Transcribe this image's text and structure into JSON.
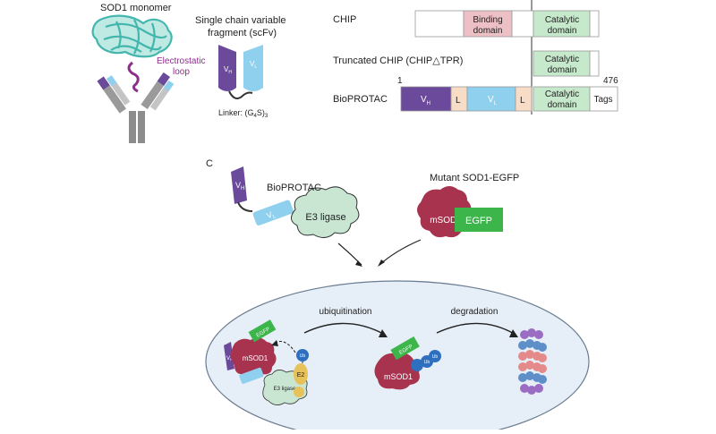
{
  "panel_a": {
    "sod1_label": "SOD1 monomer",
    "loop_label_1": "Electrostatic",
    "loop_label_2": "loop",
    "vh": "V",
    "vh_sub": "H",
    "vl": "V",
    "vl_sub": "L"
  },
  "panel_b": {
    "scfv_title_1": "Single chain variable",
    "scfv_title_2": "fragment (scFv)",
    "linker_label": "Linker: (G",
    "linker_sub": "4",
    "linker_tail": "S)",
    "linker_sub2": "3",
    "chip_label": "CHIP",
    "truncated_label": "Truncated CHIP (CHIP△TPR)",
    "bioprotac_label": "BioPROTAC",
    "binding_1": "Binding",
    "binding_2": "domain",
    "catalytic_1": "Catalytic",
    "catalytic_2": "domain",
    "pos_start": "1",
    "pos_end": "476",
    "linker_L": "L",
    "tags": "Tags"
  },
  "panel_c": {
    "letter": "C",
    "bioprotac_label": "BioPROTAC",
    "e3_label": "E3 ligase",
    "mutant_label": "Mutant SOD1-EGFP",
    "msod1": "mSOD1",
    "egfp": "EGFP",
    "ubiquitination": "ubiquitination",
    "degradation": "degradation",
    "ub": "Ub",
    "e2": "E2",
    "vh": "V",
    "vh_sub": "H",
    "vl": "V",
    "vl_sub": "L"
  },
  "colors": {
    "vh_purple": "#6b4a9c",
    "vl_blue": "#8fd0ee",
    "binding_pink": "#ecc0c4",
    "catalytic_green": "#c6e8cb",
    "linker_peach": "#f7dcc6",
    "msod1_red": "#a8334f",
    "egfp_green": "#3cb54a",
    "e3_green": "#c9e6d3",
    "ub_blue": "#2f6fbf",
    "e2_yellow": "#e7c25a",
    "cell_fill": "#e6eef7",
    "cell_stroke": "#6a7c91",
    "sod1_teal": "#43b6ae",
    "antibody_gray": "#8c8c8c"
  }
}
